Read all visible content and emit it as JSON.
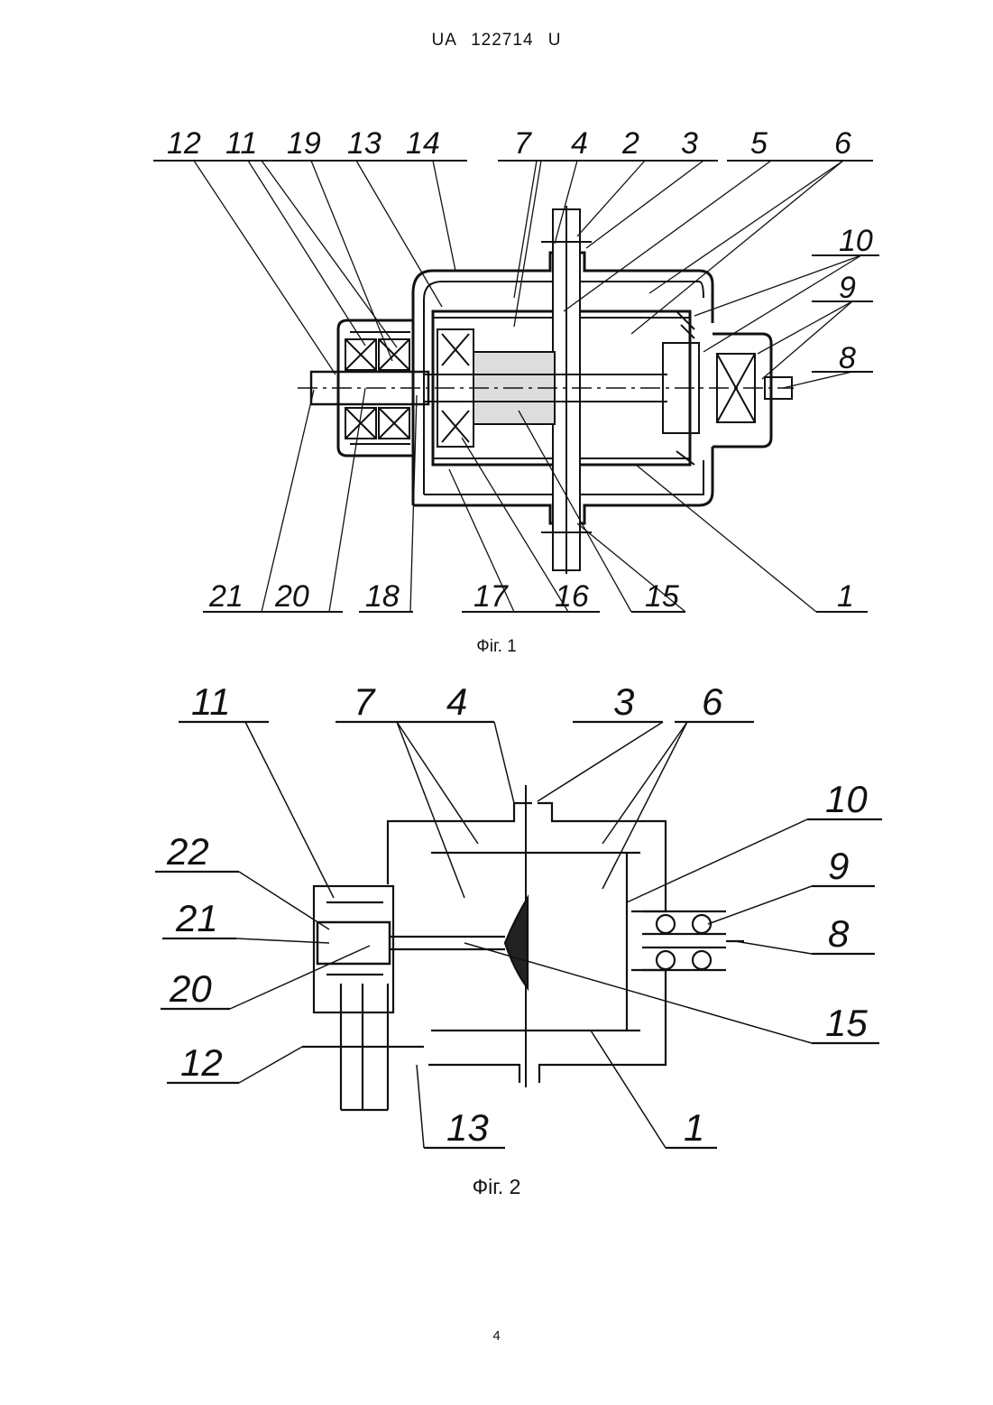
{
  "header": {
    "patent_id": "UA   122714   U"
  },
  "figure1": {
    "caption": "Фіг. 1",
    "labels_top": [
      "12",
      "11",
      "19",
      "13",
      "14",
      "7",
      "4",
      "2",
      "3",
      "5",
      "6"
    ],
    "labels_right": [
      "10",
      "9",
      "8"
    ],
    "labels_bottom": [
      "21",
      "20",
      "18",
      "17",
      "16",
      "15",
      "1"
    ]
  },
  "figure2": {
    "caption": "Фіг. 2",
    "labels_top": [
      "11",
      "7",
      "4",
      "3",
      "6"
    ],
    "labels_left": [
      "22",
      "21",
      "20",
      "12"
    ],
    "labels_right": [
      "10",
      "9",
      "8",
      "15"
    ],
    "labels_bottom": [
      "13",
      "1"
    ]
  },
  "footer": {
    "page_number": "4"
  }
}
